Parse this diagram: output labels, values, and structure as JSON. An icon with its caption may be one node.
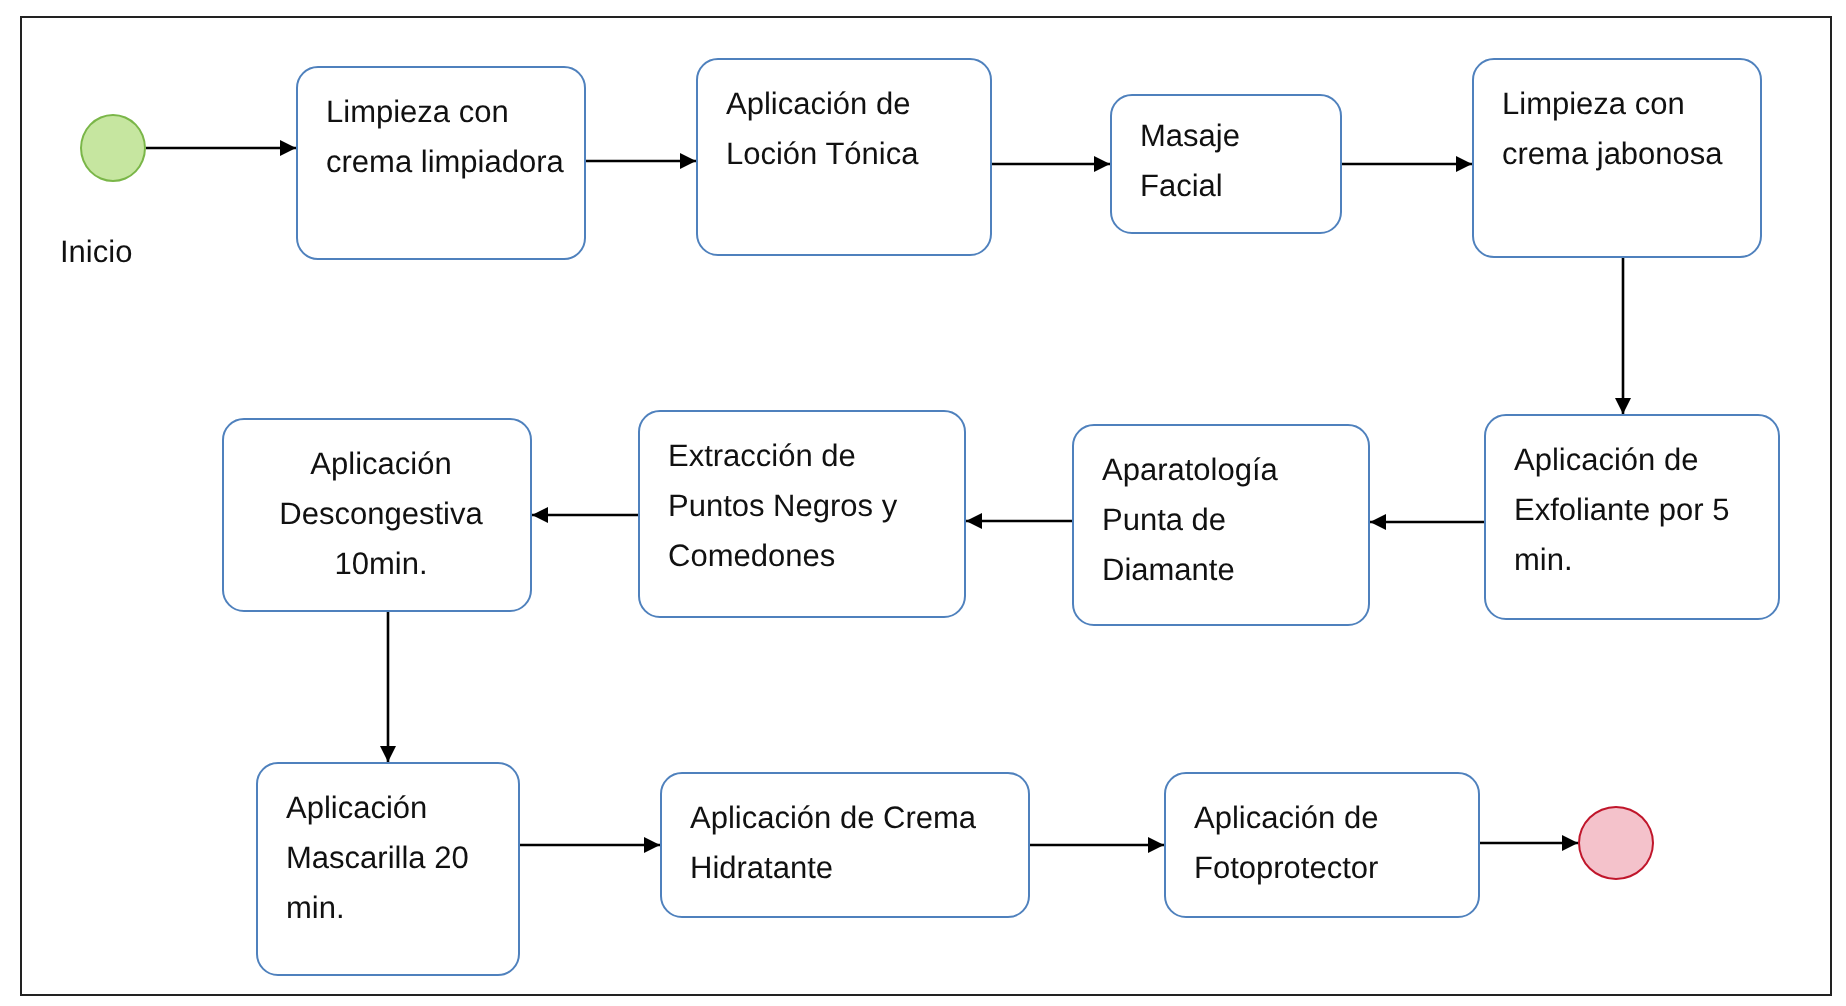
{
  "diagram": {
    "nodes": [
      {
        "text": [],
        "shape": "circle",
        "beside": [
          "Inicio"
        ]
      },
      {
        "text": [
          "Limpieza con crema limpiadora"
        ]
      },
      {
        "text": [
          "Aplicación de Loción Tónica"
        ]
      },
      {
        "text": [
          "Masaje Facial"
        ]
      },
      {
        "text": [
          "Limpieza con crema jabonosa"
        ]
      },
      {
        "text": [
          "Aplicación de Exfoliante por 5 min."
        ]
      },
      {
        "text": [
          "Aparatología Punta de Diamante"
        ]
      },
      {
        "text": [
          "Extracción de Puntos Negros y Comedones"
        ]
      },
      {
        "text": [
          "Aplicación Descongestiva 10min."
        ]
      },
      {
        "text": [
          "Aplicación Mascarilla 20 min."
        ]
      },
      {
        "text": [
          "Aplicación de Crema Hidratante"
        ]
      },
      {
        "text": [
          "Aplicación de Fotoprotector"
        ]
      },
      {
        "text": [],
        "shape": "circle"
      }
    ],
    "edges": [
      {
        "from": 0,
        "to": 1,
        "arrow": "to"
      },
      {
        "from": 1,
        "to": 2,
        "arrow": "to"
      },
      {
        "from": 2,
        "to": 3,
        "arrow": "to"
      },
      {
        "from": 3,
        "to": 4,
        "arrow": "to"
      },
      {
        "from": 4,
        "to": 5,
        "arrow": "to"
      },
      {
        "from": 5,
        "to": 6,
        "arrow": "to"
      },
      {
        "from": 6,
        "to": 7,
        "arrow": "to"
      },
      {
        "from": 7,
        "to": 8,
        "arrow": "to"
      },
      {
        "from": 8,
        "to": 9,
        "arrow": "to"
      },
      {
        "from": 9,
        "to": 10,
        "arrow": "to"
      },
      {
        "from": 10,
        "to": 11,
        "arrow": "to"
      },
      {
        "from": 11,
        "to": 12,
        "arrow": "to"
      }
    ]
  }
}
